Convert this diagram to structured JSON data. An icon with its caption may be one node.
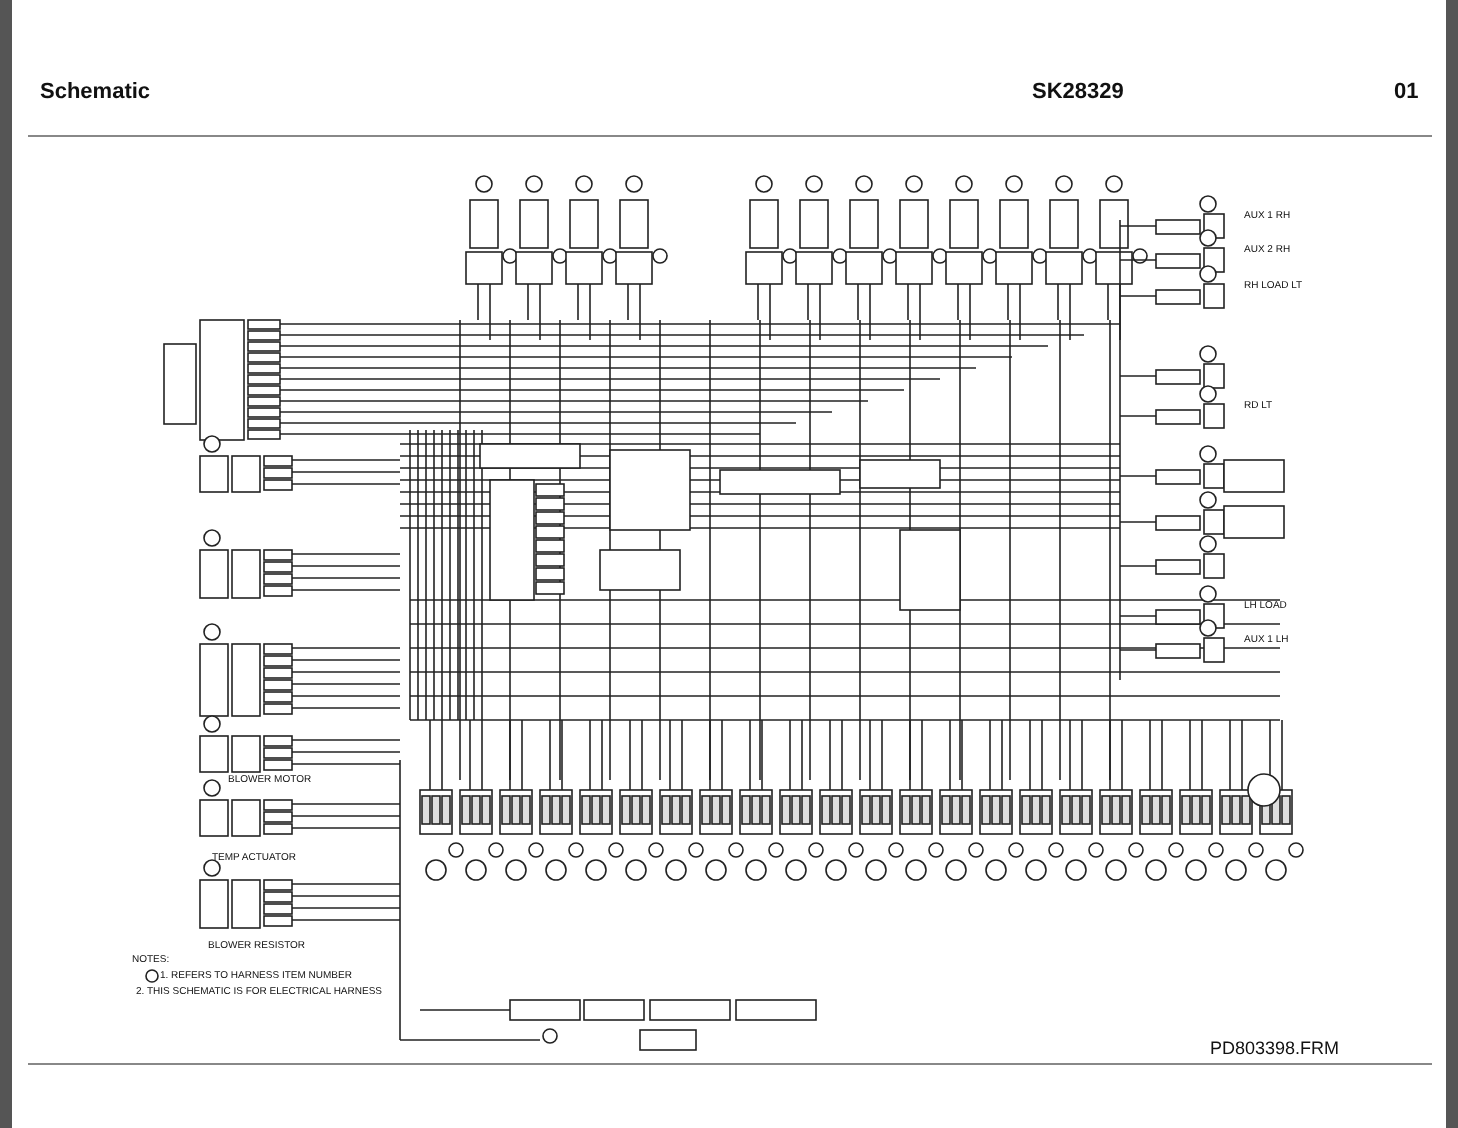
{
  "diagram": {
    "title": "Schematic",
    "labels": [
      "SK28329",
      "01",
      "AUX 1 RH",
      "AUX 2 RH",
      "RH LOAD LT",
      "RD LT",
      "LH LOAD",
      "AUX 1 LH",
      "BLOWER MOTOR",
      "TEMP ACTUATOR",
      "BLOWER RESISTOR",
      "NOTES:",
      "1. REFERS TO HARNESS ITEM NUMBER",
      "2. THIS SCHEMATIC IS FOR ELECTRICAL HARNESS",
      "PD803398.FRM"
    ]
  }
}
